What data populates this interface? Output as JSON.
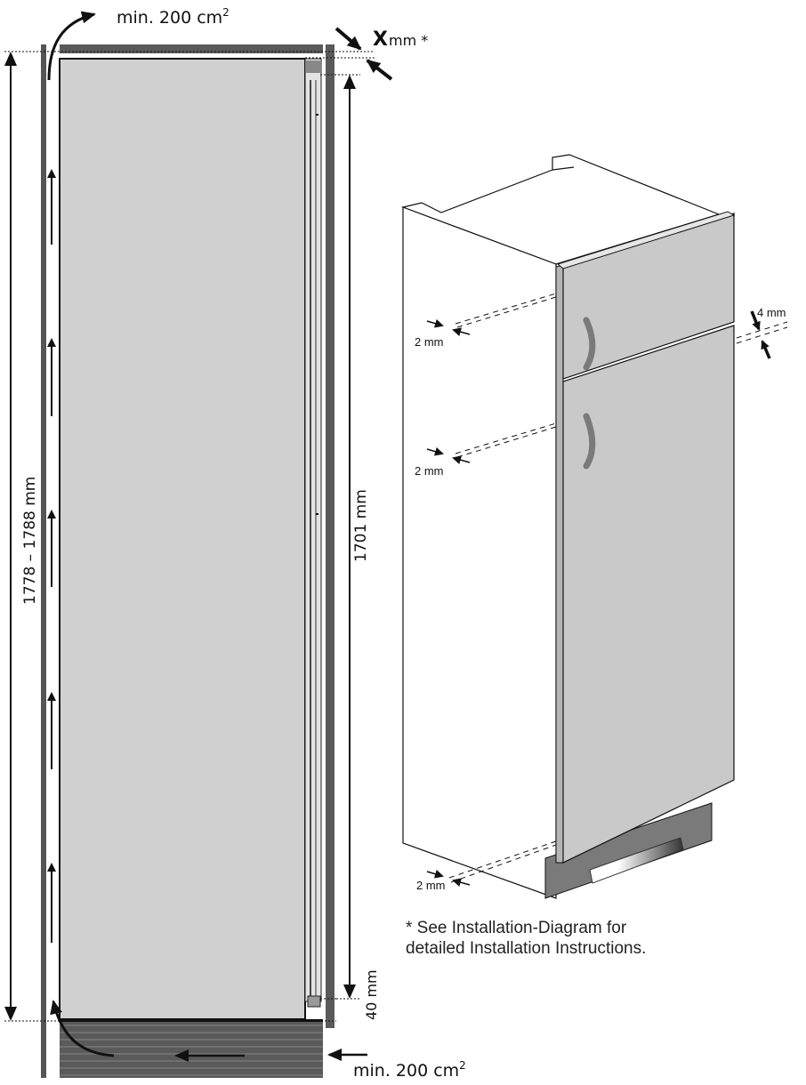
{
  "left_diagram": {
    "top_vent_label": "min. 200 cm",
    "top_vent_sup": "2",
    "bottom_vent_label": "min. 200 cm",
    "bottom_vent_sup": "2",
    "gap_label_x": "X",
    "gap_label_unit": "mm *",
    "niche_height_label": "1778 – 1788 mm",
    "appliance_height_label": "1701 mm",
    "bottom_offset_label": "40 mm"
  },
  "right_diagram": {
    "top_gap_label": "4 mm",
    "side_gap_labels": [
      "2 mm",
      "2 mm",
      "2 mm"
    ]
  },
  "footnote": {
    "line1": "* See Installation-Diagram for",
    "line2": "detailed Installation Instructions."
  },
  "colors": {
    "cabinet_wall": "#5a5a5a",
    "appliance_body": "#d0d0d0",
    "plinth": "#5e5e5e",
    "door_panel": "#c9c9c9",
    "handle": "#7a7a7a"
  }
}
